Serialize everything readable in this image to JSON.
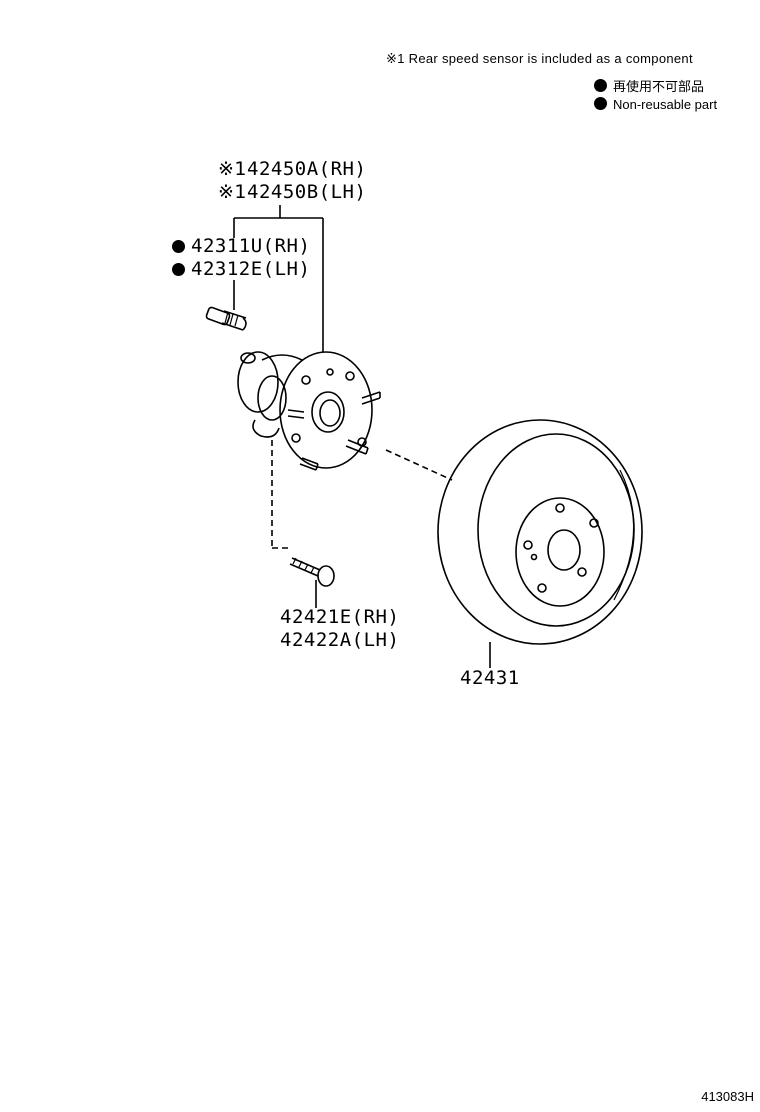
{
  "note": {
    "mark": "※1",
    "text": "Rear speed sensor is included as a component"
  },
  "legend": [
    {
      "symbol": "filled-circle",
      "label": "再使用不可部品"
    },
    {
      "symbol": "filled-circle",
      "label": "Non-reusable part"
    }
  ],
  "callouts": {
    "hub_assembly": {
      "mark": "※1",
      "lines": [
        "42450A(RH)",
        "42450B(LH)"
      ]
    },
    "hub_bolt": {
      "symbol": "filled-circle",
      "lines": [
        "42311U(RH)",
        "42312E(LH)"
      ]
    },
    "mount_bolt": {
      "lines": [
        "42421E(RH)",
        "42422A(LH)"
      ]
    },
    "disc": {
      "lines": [
        "42431"
      ]
    }
  },
  "figure_id": "413083H"
}
